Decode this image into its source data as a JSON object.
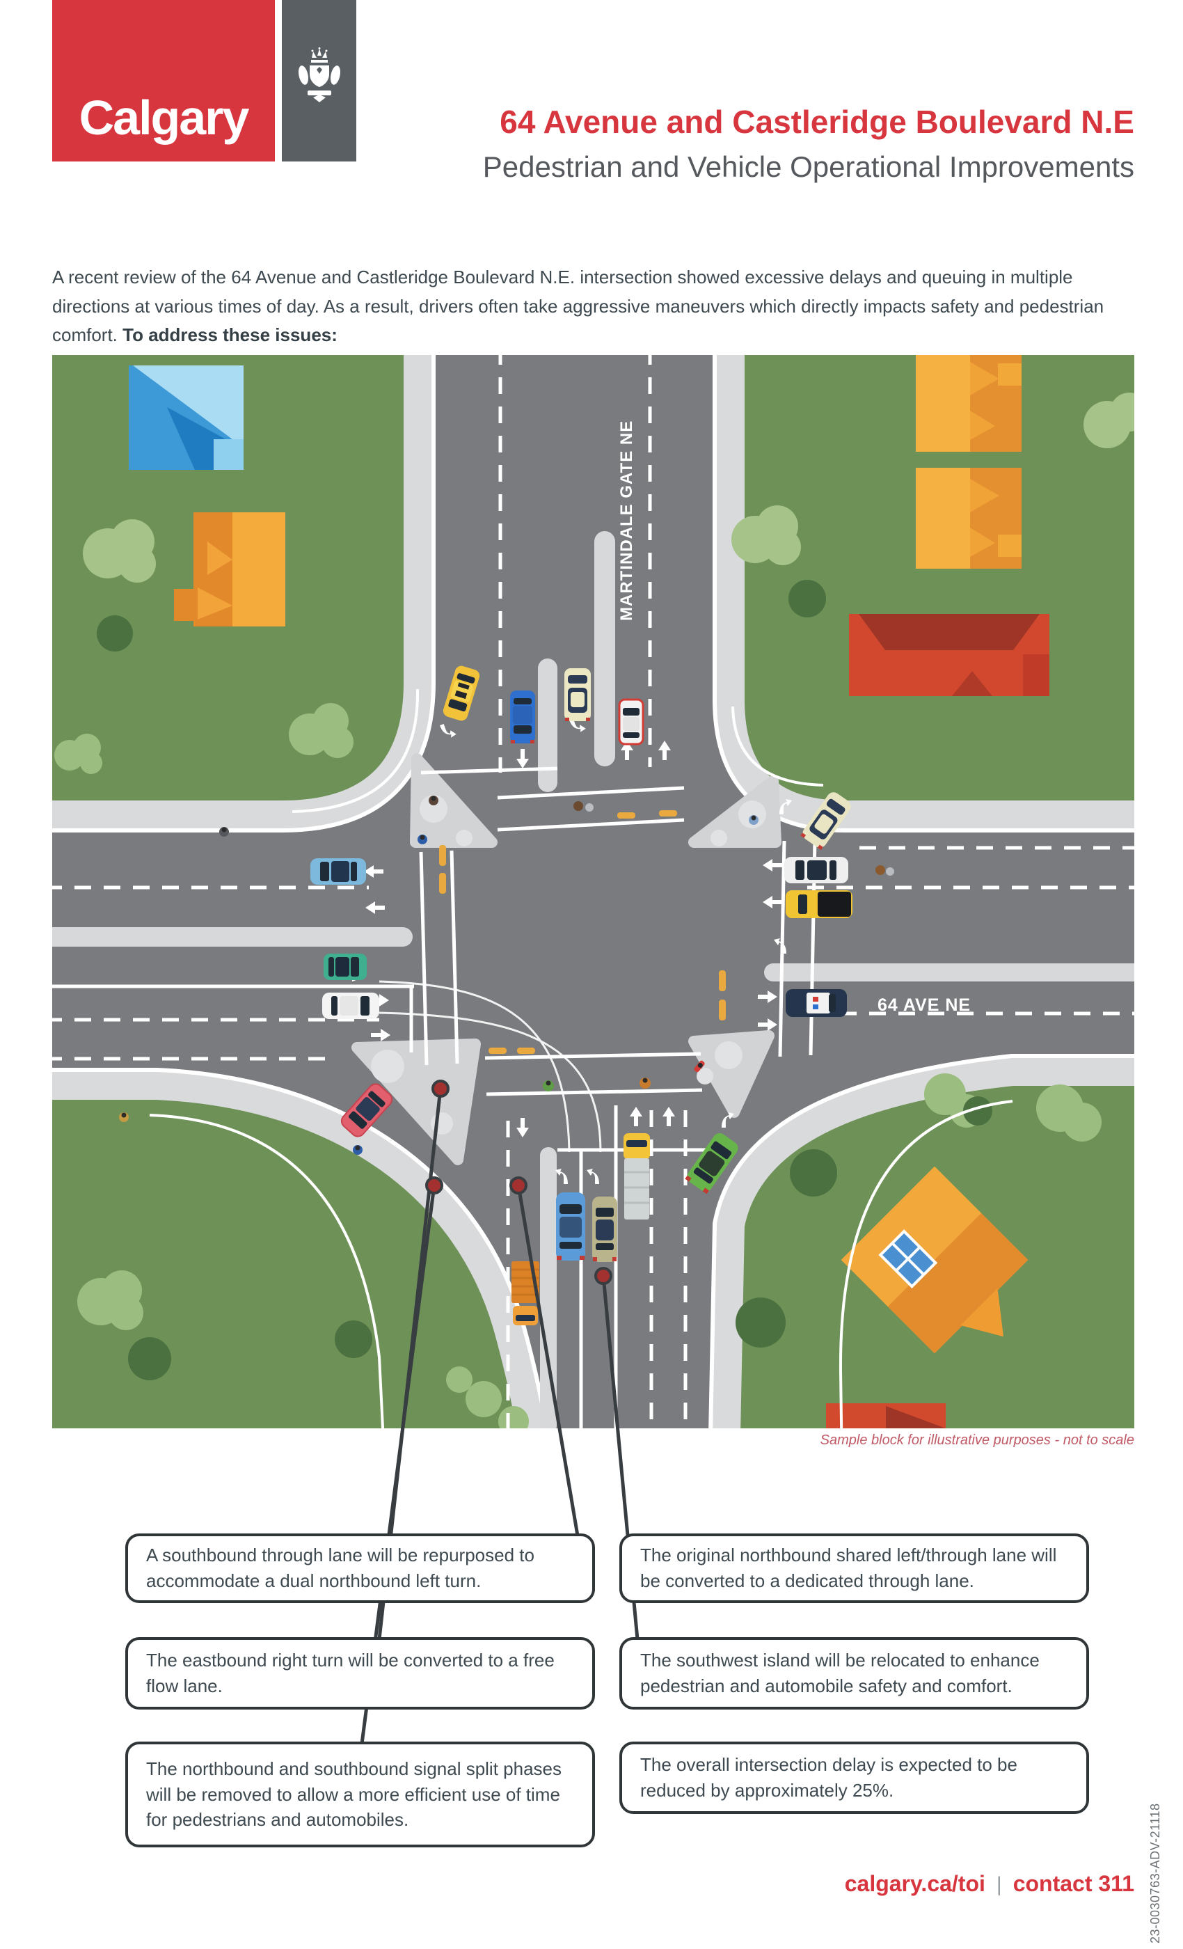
{
  "colors": {
    "brand_red": "#d8363e",
    "subtitle_gray": "#55595d",
    "body_text": "#3e4950",
    "logo_block_gray": "#595f63",
    "road_gray": "#797b7f",
    "grass_green": "#6e9157",
    "sidewalk_gray": "#d9dadb",
    "caption_red": "#c05a66",
    "connector_dark": "#383d41",
    "callout_dot_red": "#a23130",
    "tactile_yellow": "#e9a93e"
  },
  "header": {
    "logo_text": "Calgary",
    "crest_icon": "calgary-crest",
    "title": "64 Avenue and Castleridge Boulevard N.E",
    "subtitle": "Pedestrian and Vehicle Operational Improvements"
  },
  "intro": {
    "text": "A recent review of the 64 Avenue and Castleridge Boulevard N.E. intersection showed excessive delays and queuing in multiple directions at various times of day. As a result, drivers often take aggressive maneuvers which directly impacts safety and pedestrian comfort. ",
    "bold": "To address these issues:"
  },
  "map": {
    "vertical_street": "MARTINDALE GATE NE",
    "horizontal_street": "64 AVE NE",
    "caption": "Sample block for illustrative purposes - not to scale"
  },
  "callouts": [
    {
      "text": "A southbound through lane will be repurposed to accommodate a dual northbound left turn."
    },
    {
      "text": "The eastbound right turn will be converted to a free flow lane."
    },
    {
      "text": "The northbound and southbound signal split phases will be removed to allow a more efficient use of time for pedestrians and automobiles."
    },
    {
      "text": "The original northbound shared left/through lane will be converted to a dedicated through lane."
    },
    {
      "text": "The southwest island will be relocated to enhance pedestrian and automobile safety and comfort."
    },
    {
      "text": "The overall intersection delay is expected to be reduced by approximately 25%."
    }
  ],
  "footer": {
    "url": "calgary.ca/toi",
    "separator": "|",
    "contact": "contact 311",
    "doc_code": "23-0030763-ADV-21118"
  }
}
